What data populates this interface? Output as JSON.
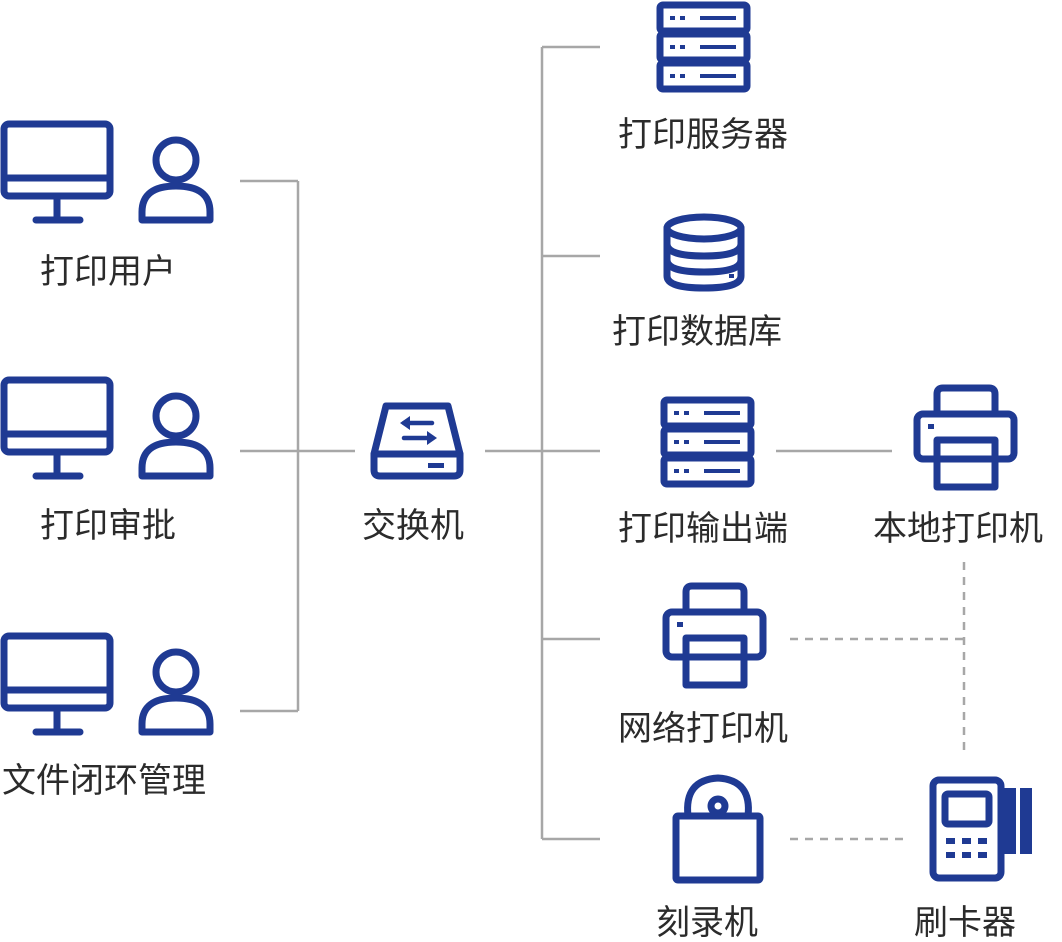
{
  "users": {
    "print_user": "打印用户",
    "print_approval": "打印审批",
    "doc_loop_mgmt": "文件闭环管理"
  },
  "switch": {
    "label": "交换机"
  },
  "devices": {
    "print_server": "打印服务器",
    "print_database": "打印数据库",
    "print_output": "打印输出端",
    "network_printer": "网络打印机",
    "burner": "刻录机"
  },
  "peripherals": {
    "local_printer": "本地打印机",
    "card_reader": "刷卡器"
  },
  "colors": {
    "icon": "#1f3a93",
    "connector": "#a7a7a7",
    "text": "#2b2b2b"
  }
}
